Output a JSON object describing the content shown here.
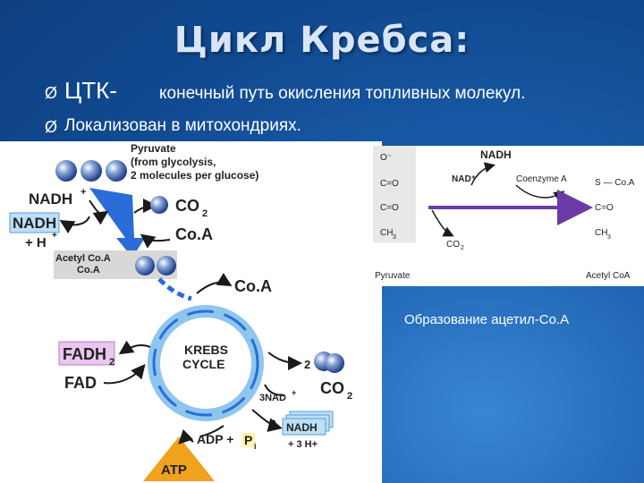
{
  "slide": {
    "title": "Цикл Кребса:",
    "bullets": [
      {
        "marker": "Ø",
        "term": "ЦТК-",
        "text": "конечный путь окисления топливных молекул."
      },
      {
        "marker": "Ø",
        "text": "Локализован в митохондриях."
      }
    ],
    "caption": "Образование ацетил-Co.A"
  },
  "krebs_diagram": {
    "pyruvate_line1": "Pyruvate",
    "pyruvate_line2": "(from glycolysis,",
    "pyruvate_line3": "2 molecules per glucose)",
    "nadh_plus": "NADH",
    "nadh_plus_sup": "+",
    "nadh_box": "NADH",
    "h_plus": "+ H",
    "h_plus_sup": "+",
    "co2": "CO",
    "co2_sub": "2",
    "coa1": "Co.A",
    "acetyl_line1": "Acetyl Co.A",
    "acetyl_line2": "Co.A",
    "coa2": "Co.A",
    "cycle_line1": "KREBS",
    "cycle_line2": "CYCLE",
    "fadh": "FADH",
    "fadh_sub": "2",
    "fad": "FAD",
    "two": "2",
    "three_nad": "3NAD",
    "three_nad_sup": "+",
    "co2_out": "CO",
    "co2_out_sub": "2",
    "three": "3",
    "nadh_stack": "NADH",
    "plus_3h": "+ 3 H+",
    "adp": "ADP +",
    "p": "P",
    "p_sub": "i",
    "atp": "ATP"
  },
  "acetyl_coa_diagram": {
    "nadh": "NADH",
    "nad_plus": "NAD⁺",
    "coenzyme_a": "Coenzyme A",
    "co2": "CO",
    "co2_sub": "2",
    "pyruvate": "Pyruvate",
    "acetyl_coa": "Acetyl CoA",
    "left_formula": [
      "O⁻",
      "C=O",
      "C=O",
      "CH",
      "3"
    ],
    "right_formula": [
      "S — Co.A",
      "C=O",
      "CH",
      "3"
    ]
  },
  "colors": {
    "background": "#1b5fae",
    "title": "#d7e6f7",
    "arrow_blue": "#2a6dd9",
    "fadh_box": "#e9c7ee",
    "nadh_box": "#bde0f6",
    "atp_triangle": "#f0a21e"
  }
}
